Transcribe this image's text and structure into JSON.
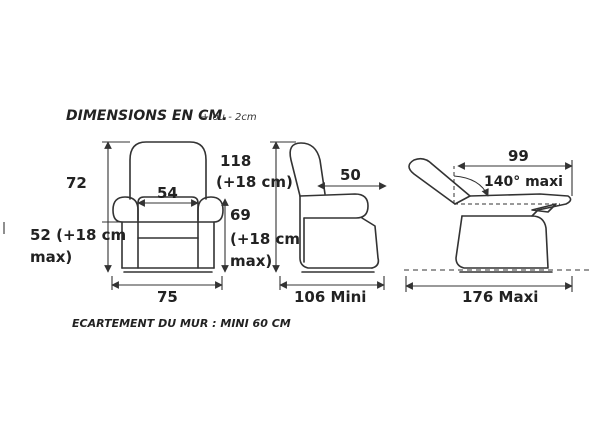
{
  "header": {
    "title": "DIMENSIONS EN CM.",
    "tolerance": "+ ou - 2cm"
  },
  "front_view": {
    "height_total": "72",
    "seat_height_line1": "52 (+18 cm",
    "seat_height_line2": "max)",
    "seat_width": "54",
    "back_height_line1": "118",
    "back_height_line2": "(+18 cm)",
    "armrest_height_line1": "69",
    "armrest_height_line2": "(+18 cm",
    "armrest_height_line3": "max)",
    "overall_width": "75"
  },
  "side_view": {
    "depth_seat": "50",
    "depth_min": "106 Mini"
  },
  "reclined_view": {
    "depth_top": "99",
    "angle": "140° maxi",
    "depth_max": "176 Maxi"
  },
  "footer": {
    "wall_note": "ECARTEMENT DU MUR : MINI 60 CM"
  }
}
